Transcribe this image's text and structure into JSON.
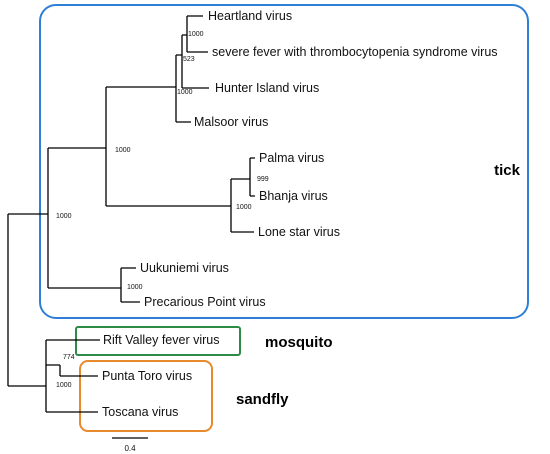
{
  "leaves": {
    "heartland": "Heartland virus",
    "sfts": "severe fever with thrombocytopenia syndrome virus",
    "hunter": "Hunter Island virus",
    "malsoor": "Malsoor virus",
    "palma": "Palma virus",
    "bhanja": "Bhanja virus",
    "lonestar": "Lone star virus",
    "uukuniemi": "Uukuniemi virus",
    "precarious": "Precarious Point virus",
    "riftvalley": "Rift Valley fever virus",
    "puntatoro": "Punta Toro virus",
    "toscana": "Toscana virus"
  },
  "bootstrap": {
    "heartland_sfts": "1000",
    "heartland_hunter": "523",
    "phlebo_clade": "1000",
    "tick_upper": "1000",
    "palma_bhanja": "999",
    "bhanja_clade": "1000",
    "tick_root": "1000",
    "uukuniemi_clade": "1000",
    "rvf_clade": "774",
    "sandfly_clade": "1000"
  },
  "groups": {
    "tick": {
      "label": "tick",
      "color": "#2f7fd6"
    },
    "mosquito": {
      "label": "mosquito",
      "color": "#2e8b47"
    },
    "sandfly": {
      "label": "sandfly",
      "color": "#e88a2b"
    }
  },
  "scale_bar": {
    "label": "0.4"
  }
}
